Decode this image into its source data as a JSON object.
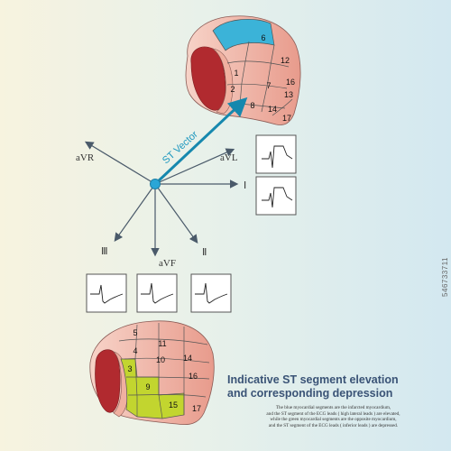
{
  "leads": {
    "aVR": "aVR",
    "aVL": "aVL",
    "I": "Ⅰ",
    "III": "Ⅲ",
    "aVF": "aVF",
    "II": "Ⅱ"
  },
  "vector_label": "ST Vector",
  "top_segments": [
    "1",
    "2",
    "6",
    "7",
    "8",
    "12",
    "13",
    "14",
    "16",
    "17"
  ],
  "bottom_segments": [
    "3",
    "4",
    "5",
    "9",
    "10",
    "11",
    "14",
    "15",
    "16",
    "17"
  ],
  "title_lines": [
    "Indicative ST segment elevation",
    "and corresponding depression"
  ],
  "description_lines": [
    "The blue myocardial segments are the infarcted myocardium,",
    "and the ST segment of the ECG leads ( high lateral leads ) are elevated,",
    "while the green myocardial segments are the opposite myocardium,",
    "and the ST segment of the ECG leads ( inferior leads ) are depressed."
  ],
  "stock_id": "546733711",
  "colors": {
    "infarct_blue": "#3bb3d8",
    "opposite_green": "#c2d52f",
    "myocardium_pink": "#f4c5b8",
    "cavity_red": "#b12a2f",
    "vector_blue": "#1688ae"
  }
}
